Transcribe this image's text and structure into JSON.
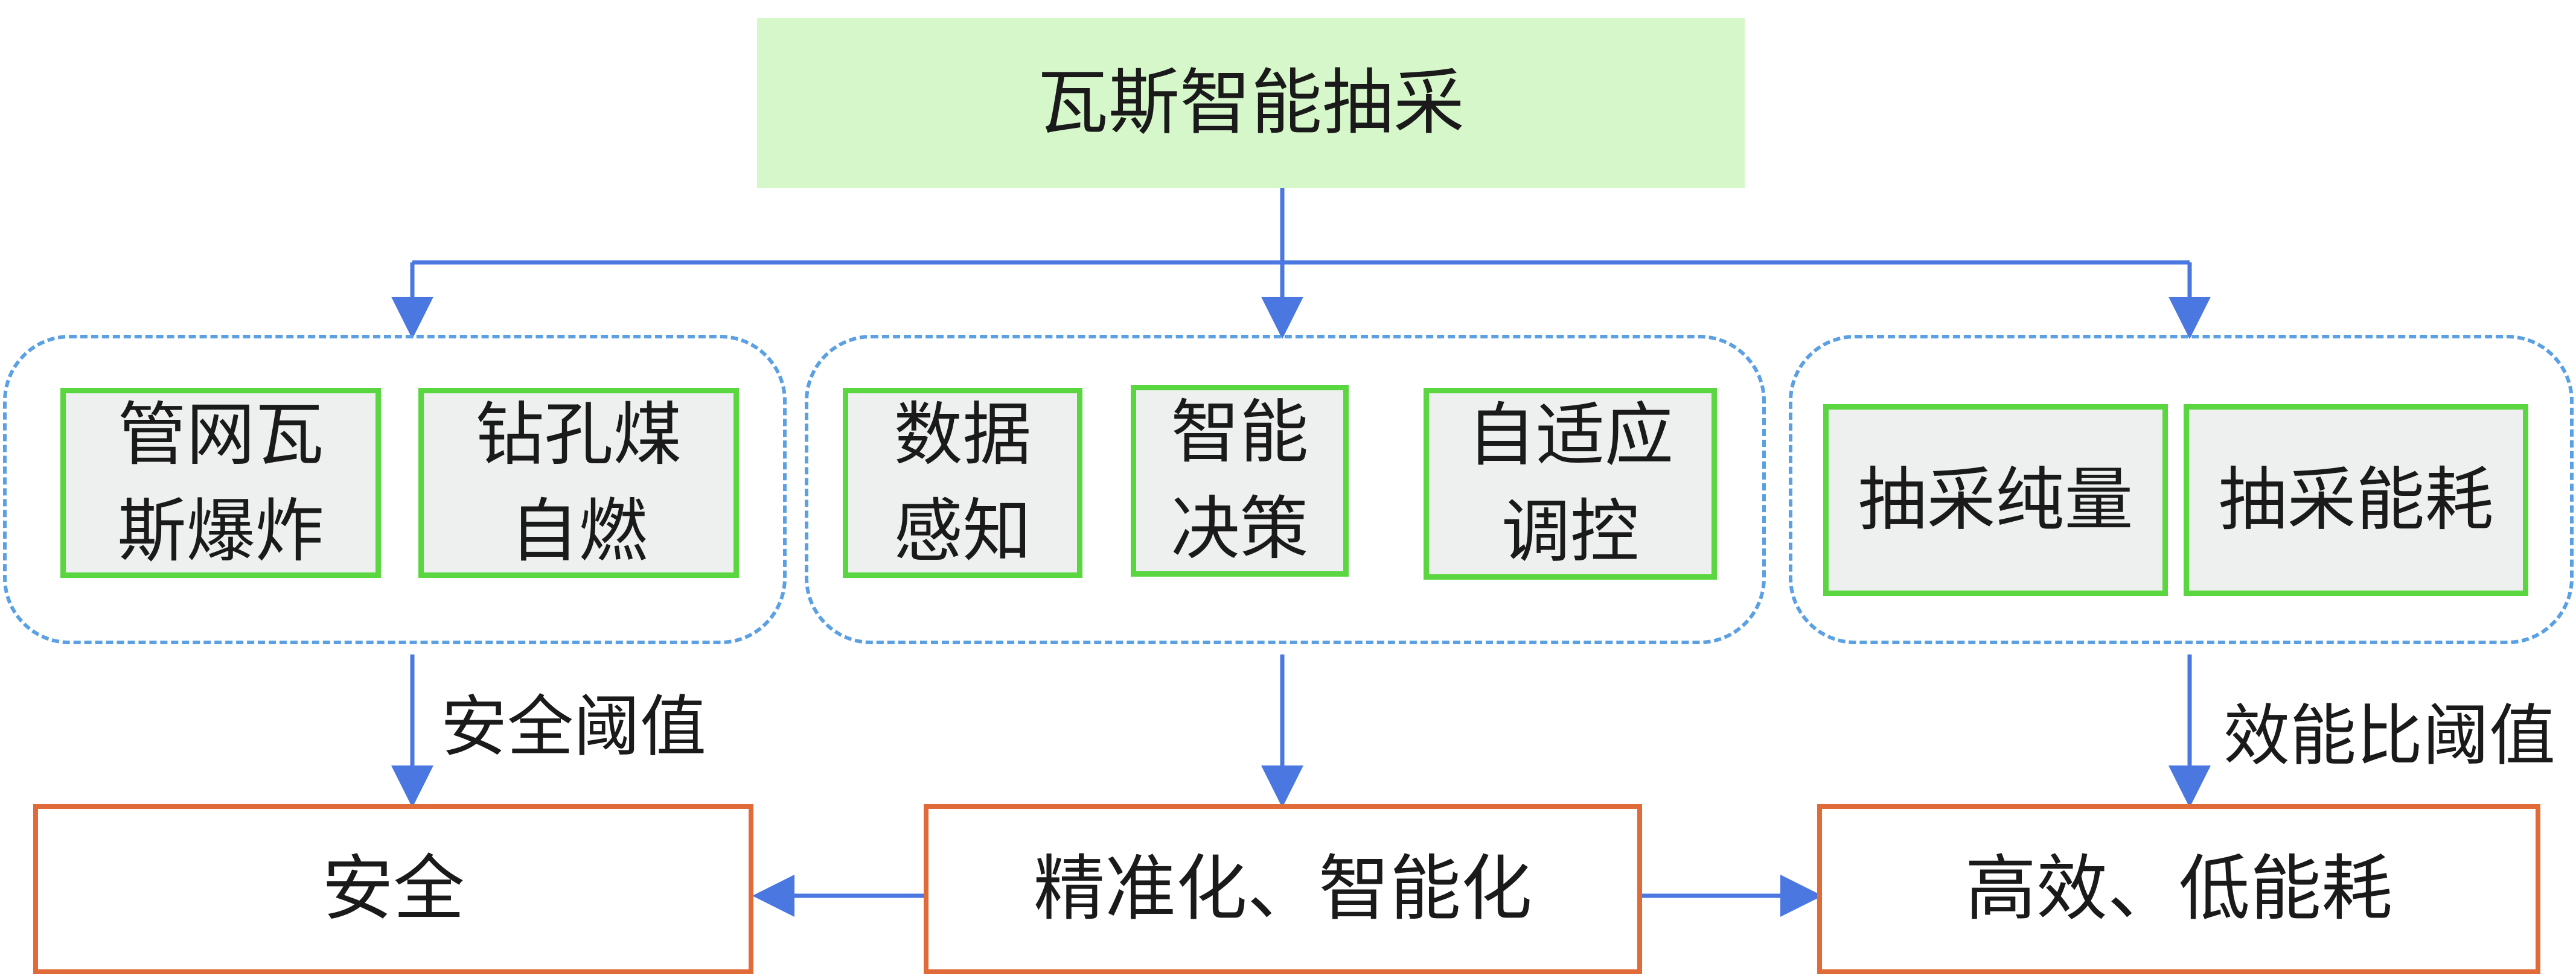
{
  "colors": {
    "top_fill": "#d6f7c9",
    "sub_border": "#5ad641",
    "sub_fill": "#eef0f0",
    "out_border": "#e06a38",
    "group_dashed": "#5aa0e2",
    "arrow": "#4a78e0"
  },
  "top": {
    "label": "瓦斯智能抽采"
  },
  "groups": [
    {
      "items": [
        {
          "line1": "管网瓦",
          "line2": "斯爆炸"
        },
        {
          "line1": "钻孔煤",
          "line2": "自燃"
        }
      ]
    },
    {
      "items": [
        {
          "line1": "数据",
          "line2": "感知"
        },
        {
          "line1": "智能",
          "line2": "决策"
        },
        {
          "line1": "自适应",
          "line2": "调控"
        }
      ]
    },
    {
      "items": [
        {
          "line1": "抽采纯量",
          "line2": ""
        },
        {
          "line1": "抽采能耗",
          "line2": ""
        }
      ]
    }
  ],
  "edge_labels": {
    "left": "安全阈值",
    "right": "效能比阈值"
  },
  "outputs": {
    "left": "安全",
    "center": "精准化、智能化",
    "right": "高效、低能耗"
  }
}
